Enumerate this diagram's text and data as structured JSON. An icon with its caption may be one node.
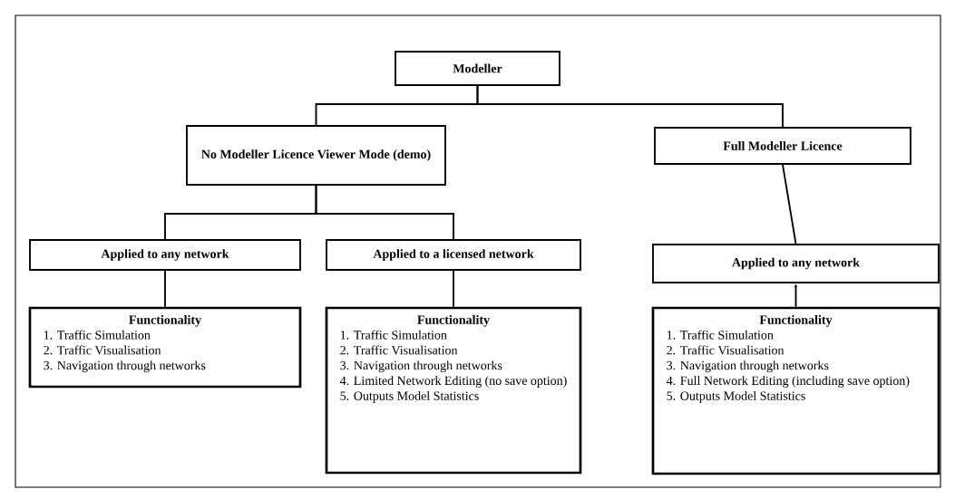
{
  "diagram": {
    "nodes": [
      {
        "text": [
          "Modeller"
        ]
      },
      {
        "text": [
          "No Modeller Licence Viewer Mode (demo)"
        ]
      },
      {
        "text": [
          "Full Modeller Licence"
        ]
      },
      {
        "text": [
          "Applied to any network"
        ]
      },
      {
        "text": [
          "Applied to a licensed network"
        ]
      },
      {
        "text": [
          "Applied to any network"
        ]
      },
      {
        "text": [
          "Functionality",
          "1. Traffic Simulation",
          "2. Traffic Visualisation",
          "3. Navigation through networks"
        ]
      },
      {
        "text": [
          "Functionality",
          "1. Traffic Simulation",
          "2. Traffic Visualisation",
          "3. Navigation through networks",
          "4. Limited Network Editing (no save option)",
          "5. Outputs Model Statistics"
        ]
      },
      {
        "text": [
          "Functionality",
          "1. Traffic Simulation",
          "2. Traffic Visualisation",
          "3. Navigation through networks",
          "4. Full Network Editing (including save option)",
          "5. Outputs Model Statistics"
        ]
      }
    ],
    "edges": [
      {
        "from": 0,
        "to": 1,
        "arrow": "none"
      },
      {
        "from": 0,
        "to": 2,
        "arrow": "none"
      },
      {
        "from": 1,
        "to": 3,
        "arrow": "none"
      },
      {
        "from": 1,
        "to": 4,
        "arrow": "none"
      },
      {
        "from": 2,
        "to": 5,
        "arrow": "none"
      },
      {
        "from": 3,
        "to": 6,
        "arrow": "none"
      },
      {
        "from": 4,
        "to": 7,
        "arrow": "none"
      },
      {
        "from": 8,
        "to": 5,
        "arrow": "to"
      }
    ]
  }
}
